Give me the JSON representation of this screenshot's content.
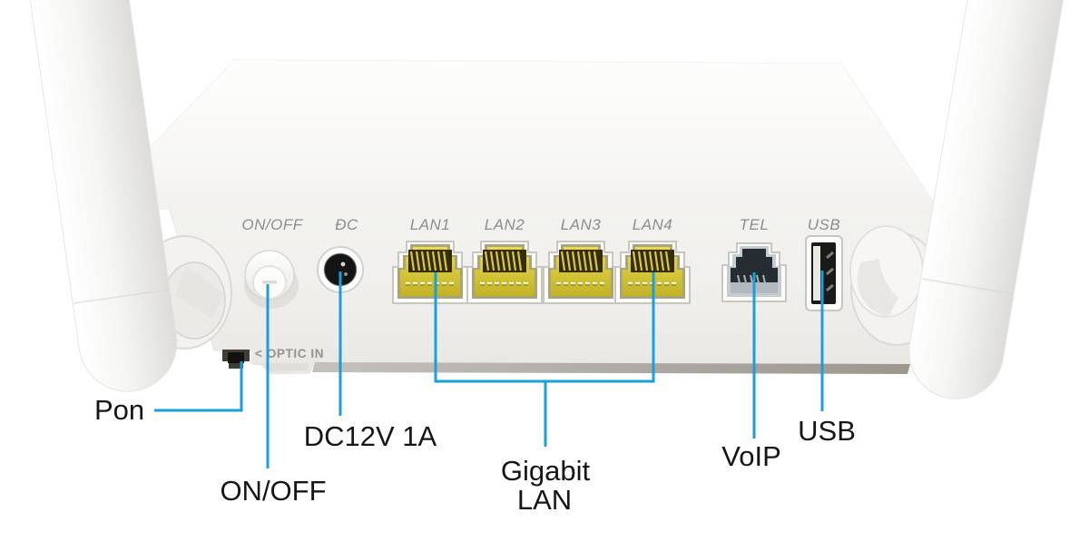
{
  "device": {
    "panel_labels": {
      "power": "ON/OFF",
      "dc": "ĐC",
      "lan1": "LAN1",
      "lan2": "LAN2",
      "lan3": "LAN3",
      "lan4": "LAN4",
      "tel": "TEL",
      "usb": "USB",
      "optic_in": "< OPTIC IN"
    }
  },
  "callouts": {
    "pon": {
      "label": "Pon"
    },
    "power": {
      "label": "ON/OFF"
    },
    "dc": {
      "label": "DC12V 1A"
    },
    "gigabit_lan": {
      "label_line1": "Gigabit",
      "label_line2": "LAN"
    },
    "voip": {
      "label": "VoIP"
    },
    "usb": {
      "label": "USB"
    }
  },
  "colors": {
    "background": "#ffffff",
    "callout_line": "#1b9fdc",
    "callout_text": "#161616",
    "panel_label_text": "#8d8d8d",
    "lan_port_yellow": "#d8ca33",
    "tel_port_gray": "#c9d2d7",
    "device_body": "#f3f2ef",
    "base_strip_gray": "#aaa69f"
  }
}
